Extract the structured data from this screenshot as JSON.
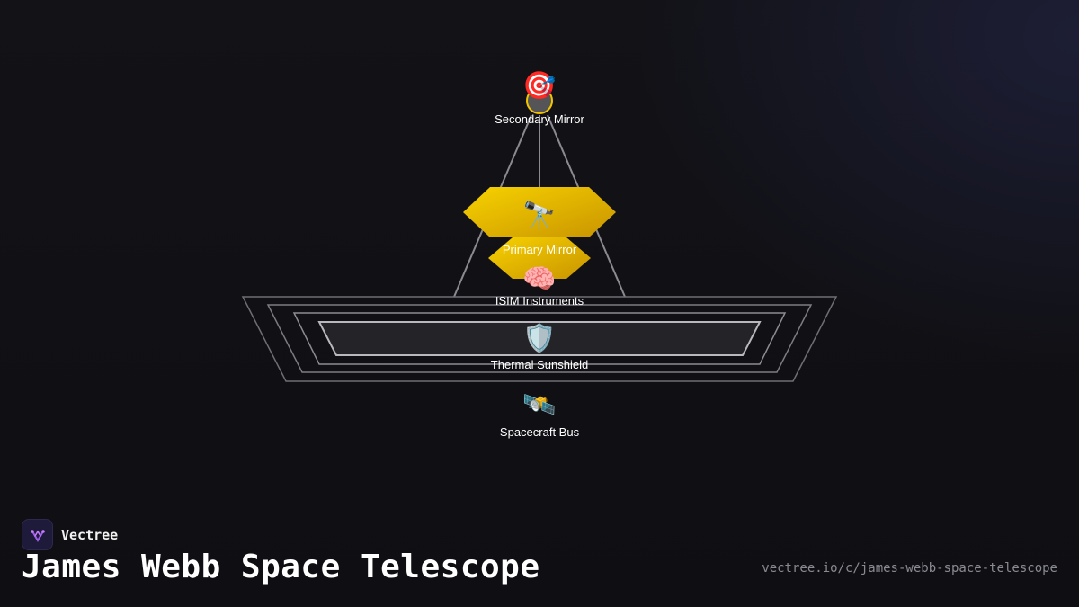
{
  "diagram": {
    "nodes": [
      {
        "id": "secondary",
        "label": "Secondary Mirror",
        "icon": "target-icon",
        "glyph": "🎯"
      },
      {
        "id": "primary",
        "label": "Primary Mirror",
        "icon": "telescope-icon",
        "glyph": "🔭"
      },
      {
        "id": "isim",
        "label": "ISIM Instruments",
        "icon": "brain-icon",
        "glyph": "🧠"
      },
      {
        "id": "sunshield",
        "label": "Thermal Sunshield",
        "icon": "shield-icon",
        "glyph": "🛡️"
      },
      {
        "id": "bus",
        "label": "Spacecraft Bus",
        "icon": "satellite-icon",
        "glyph": "🛰️"
      }
    ],
    "colors": {
      "mirror_gold": "#f2c400",
      "mirror_gold_dark": "#c99a00",
      "strut": "#8a8a90",
      "sunshield_stroke": "#9a9aa0",
      "background": "#111116"
    }
  },
  "footer": {
    "brand_name": "Vectree",
    "title": "James Webb Space Telescope",
    "url": "vectree.io/c/james-webb-space-telescope"
  }
}
